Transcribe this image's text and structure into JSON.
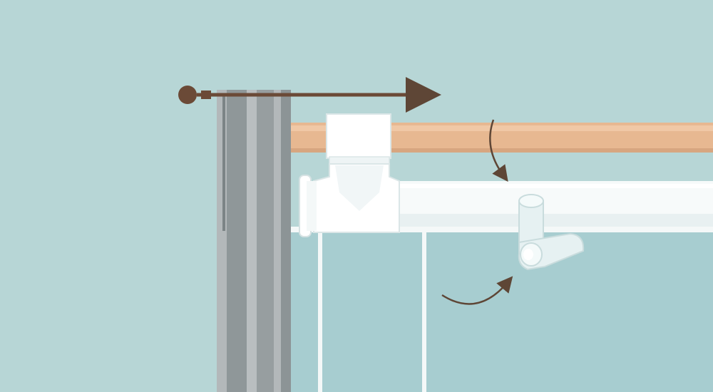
{
  "scene": {
    "description_free": true,
    "colors": {
      "wall": "#b7d6d6",
      "window_glass": "#a7cdd0",
      "window_frame": "#f4f8f8",
      "curtain_dark": "#8f9799",
      "curtain_light": "#b3b8ba",
      "curtain_mid": "#a3a9ab",
      "wood_rod": "#e7b891",
      "wood_rod_highlight": "#f0c8a6",
      "white_pipe": "#f7fafa",
      "pipe_shadow": "#dfe9ea",
      "connector": "#ffffff",
      "elbow_fitting": "#e6f1f2",
      "metal_rod": "#6b4a37",
      "arrow": "#5e4636"
    },
    "elements": {
      "curtain_rod": {
        "icon": "curtain-rod-with-finial",
        "direction": "right"
      },
      "wooden_rod": {
        "icon": "wooden-dowel"
      },
      "tee_connector": {
        "icon": "pipe-tee-connector"
      },
      "elbow_fitting": {
        "icon": "pipe-elbow-fitting"
      },
      "curved_arrow_top": {
        "icon": "curved-arrow-down"
      },
      "curved_arrow_bottom": {
        "icon": "curved-arrow-up-right"
      }
    }
  }
}
